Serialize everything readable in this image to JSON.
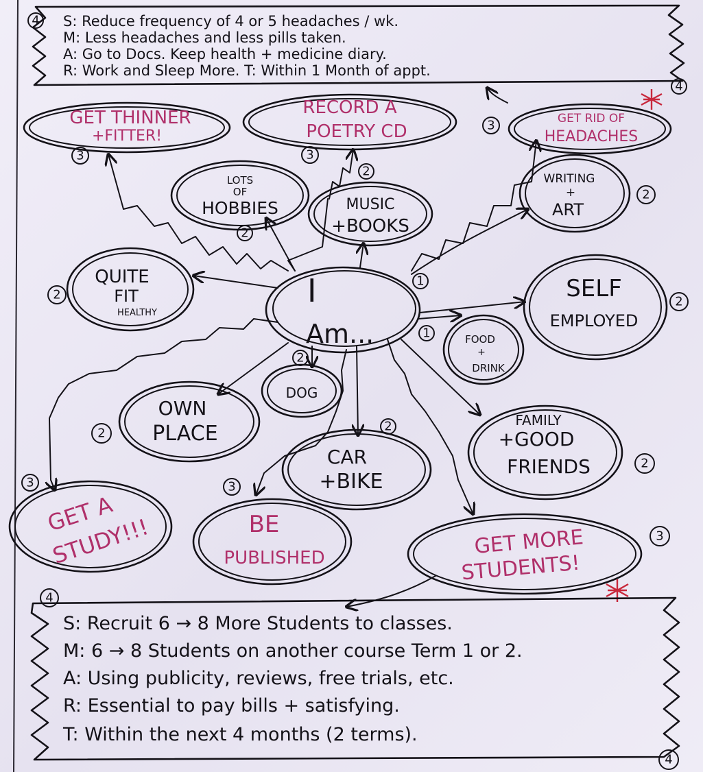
{
  "center": {
    "lines": [
      "I",
      "Am..."
    ],
    "badge": "1"
  },
  "top_smart_goal": {
    "lines": [
      "S: Reduce frequency of 4 or 5 headaches / wk.",
      "M: Less headaches and less pills taken.",
      "A: Go to Docs. Keep health + medicine diary.",
      "R: Work and Sleep More. T: Within 1 Month of appt."
    ],
    "badge_left": "4",
    "badge_right": "4"
  },
  "bottom_smart_goal": {
    "lines": [
      "S: Recruit 6 → 8 More Students to classes.",
      "M: 6 → 8 Students on another course Term 1 or 2.",
      "A: Using publicity, reviews, free trials, etc.",
      "R: Essential to pay bills + satisfying.",
      "T: Within the next 4 months (2 terms)."
    ],
    "badge_top": "4",
    "badge_bottom": "4"
  },
  "level2_nodes": [
    {
      "id": "hobbies",
      "lines": [
        "LOTS",
        "OF",
        "HOBBIES"
      ],
      "badge": "2"
    },
    {
      "id": "music",
      "lines": [
        "MUSIC",
        "+BOOKS"
      ],
      "badge": "2"
    },
    {
      "id": "writing",
      "lines": [
        "WRITING",
        "+",
        "ART"
      ],
      "badge": "2"
    },
    {
      "id": "fit",
      "lines": [
        "QUITE",
        "FIT",
        "HEALTHY"
      ],
      "badge": "2"
    },
    {
      "id": "self",
      "lines": [
        "SELF",
        "EMPLOYED"
      ],
      "badge": "2"
    },
    {
      "id": "food",
      "lines": [
        "FOOD",
        "+",
        "DRINK"
      ],
      "badge": "1"
    },
    {
      "id": "dog",
      "lines": [
        "DOG"
      ],
      "badge": "2"
    },
    {
      "id": "place",
      "lines": [
        "OWN",
        "PLACE"
      ],
      "badge": "2"
    },
    {
      "id": "car",
      "lines": [
        "CAR",
        "+BIKE"
      ],
      "badge": "2"
    },
    {
      "id": "family",
      "lines": [
        "FAMILY",
        "+GOOD",
        "FRIENDS"
      ],
      "badge": "2"
    }
  ],
  "goal_nodes": [
    {
      "id": "thinner",
      "lines": [
        "GET THINNER",
        "+FITTER!"
      ],
      "badge": "3"
    },
    {
      "id": "poetry",
      "lines": [
        "RECORD A",
        "POETRY CD"
      ],
      "badge": "3"
    },
    {
      "id": "headaches",
      "lines": [
        "GET RID OF",
        "HEADACHES"
      ],
      "badge": "3"
    },
    {
      "id": "study",
      "lines": [
        "GET A",
        "STUDY!!!"
      ],
      "badge": "3"
    },
    {
      "id": "published",
      "lines": [
        "BE",
        "PUBLISHED"
      ],
      "badge": "3"
    },
    {
      "id": "students",
      "lines": [
        "GET MORE",
        "STUDENTS!"
      ],
      "badge": "3"
    }
  ],
  "colors": {
    "ink": "#141218",
    "goal_ink": "#b0306a",
    "star": "#c8283c",
    "paper": "#ece8f4"
  }
}
